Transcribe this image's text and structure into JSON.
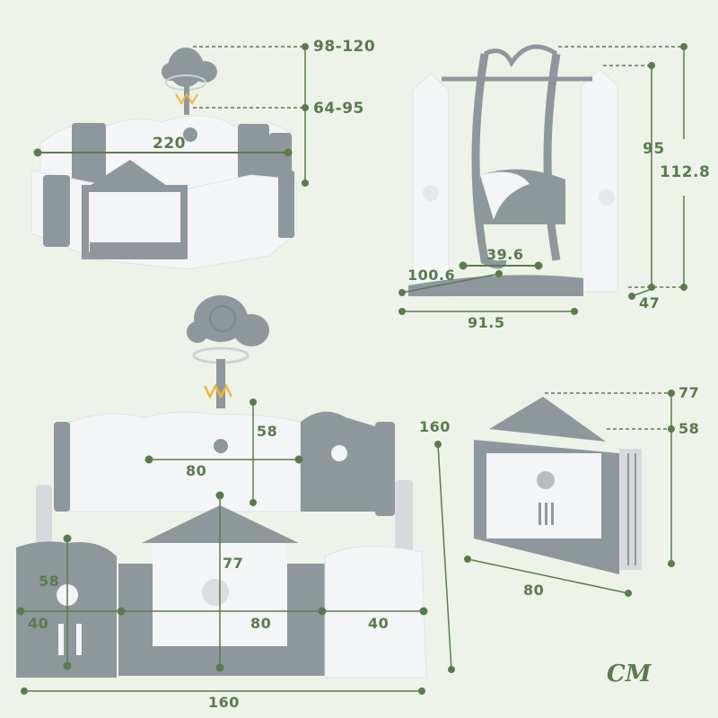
{
  "colors": {
    "background": "#eef3ea",
    "dimension_green": "#5a7a4e",
    "panel_gray": "#8e979c",
    "panel_white": "#f4f5f7",
    "net_orange": "#f2b43a"
  },
  "unit": "CM",
  "panels": {
    "playpen_perspective": {
      "width_label": "220",
      "height_max_label": "98-120",
      "height_min_label": "64-95"
    },
    "swing": {
      "height_top_label": "112.8",
      "height_seat_label": "95",
      "depth_label": "47",
      "width_label": "91.5",
      "base_label": "100.6",
      "seat_label": "39.6"
    },
    "playpen_front": {
      "back_gate_width_label": "80",
      "back_height_label": "58",
      "left_panel_height_label": "58",
      "gate_height_label": "77",
      "left_segment_label": "40",
      "center_segment_label": "80",
      "right_segment_label": "40",
      "total_width_label": "160",
      "depth_label": "160"
    },
    "folded_panel": {
      "top_height_label": "77",
      "mid_height_label": "58",
      "width_label": "80"
    }
  }
}
